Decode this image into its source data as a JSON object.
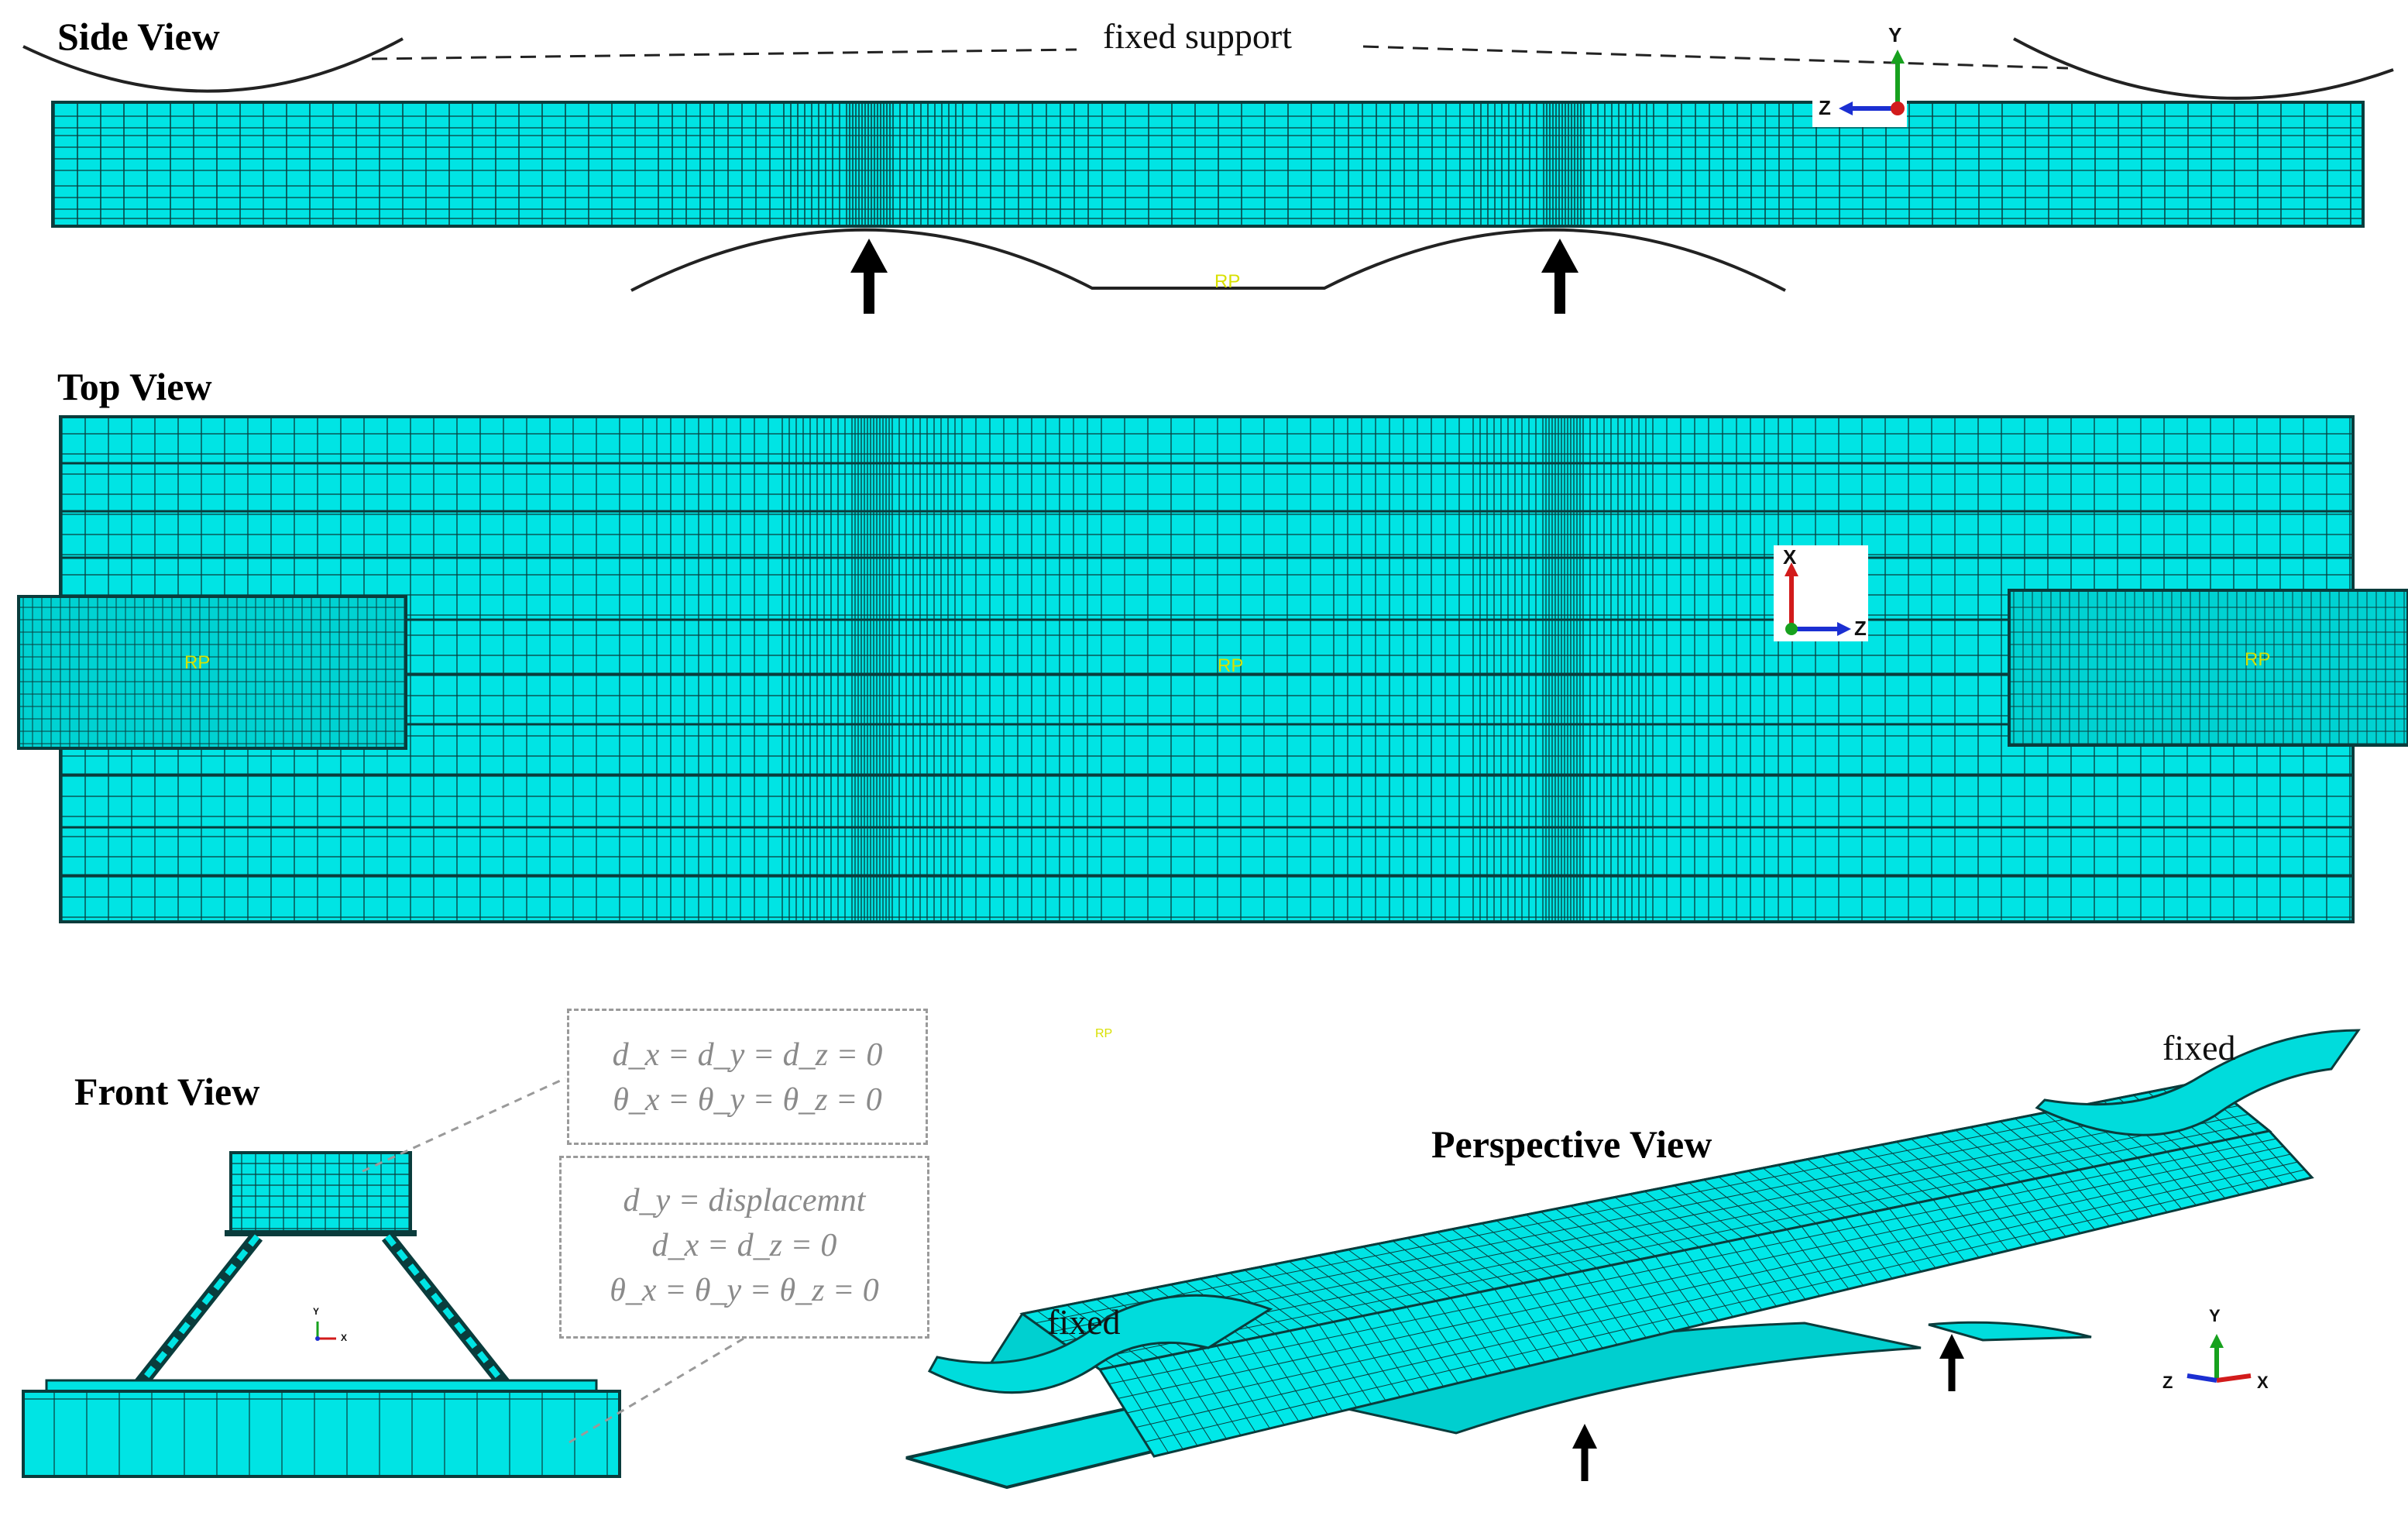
{
  "views": {
    "side": {
      "title": "Side View",
      "support_label": "fixed support"
    },
    "top": {
      "title": "Top View"
    },
    "front": {
      "title": "Front View",
      "top_bc": [
        "d_x = d_y = d_z = 0",
        "θ_x = θ_y = θ_z = 0"
      ],
      "bottom_bc": [
        "d_y = displacemnt",
        "d_x = d_z = 0",
        "θ_x = θ_y = θ_z = 0"
      ]
    },
    "perspective": {
      "title": "Perspective View",
      "fixed_left": "fixed",
      "fixed_right": "fixed"
    }
  },
  "triads": {
    "side": [
      "Y",
      "Z"
    ],
    "top": [
      "X",
      "Z"
    ],
    "front": [
      "Y",
      "X"
    ],
    "perspective": [
      "Y",
      "Z",
      "X"
    ]
  },
  "markers": {
    "reference_point": "RP"
  },
  "colors": {
    "mesh": "#00e4e4",
    "mesh_dark": "#00b8b8",
    "lines": "#0a3c3c",
    "axis_x": "#d21b1b",
    "axis_y": "#17a11e",
    "axis_z": "#1b2fd2",
    "rp": "#d8e000"
  }
}
